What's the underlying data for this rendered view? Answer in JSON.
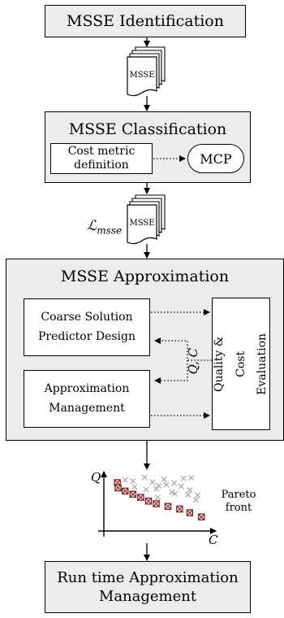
{
  "stage1": {
    "title": "MSSE Identification"
  },
  "stage2": {
    "title": "MSSE Classification",
    "metric_line1": "Cost metric",
    "metric_line2": "definition",
    "mcp": "MCP"
  },
  "doc_label": "MSSE",
  "l_symbol": "ℒ",
  "l_subscript": "msse",
  "stage3": {
    "title": "MSSE Approximation",
    "coarse_line1": "Coarse Solution",
    "coarse_line2": "Predictor Design",
    "mgmt_line1": "Approximation",
    "mgmt_line2": "Management",
    "eval_label": "Quality & Cost Evaluation",
    "feedback_label": "Q, C"
  },
  "pareto": {
    "y_label": "Q",
    "x_label": "C",
    "legend_line1": "Pareto",
    "legend_line2": "front"
  },
  "stage4": {
    "line1": "Run time Approximation",
    "line2": "Management"
  },
  "colors": {
    "box_fill": "#ececec",
    "pareto_point": "#8b1a1a",
    "dominated_point": "#a8a8a8"
  },
  "chart_data": {
    "type": "scatter",
    "xlabel": "C",
    "ylabel": "Q",
    "series": [
      {
        "name": "Pareto front",
        "points": [
          [
            1,
            9
          ],
          [
            1.1,
            8
          ],
          [
            2,
            7.4
          ],
          [
            3,
            6.8
          ],
          [
            4,
            6.2
          ],
          [
            5,
            5.5
          ],
          [
            6,
            5
          ],
          [
            7.5,
            4.5
          ],
          [
            9,
            4
          ],
          [
            10.3,
            3.3
          ],
          [
            11.8,
            2.5
          ]
        ]
      },
      {
        "points": [
          [
            2,
            9.5
          ],
          [
            3,
            9.3
          ],
          [
            4.5,
            10
          ],
          [
            5.5,
            9.1
          ],
          [
            6.3,
            8.4
          ],
          [
            7,
            9.6
          ],
          [
            7.3,
            8.6
          ],
          [
            8.3,
            8.9
          ],
          [
            9.5,
            9.8
          ],
          [
            10.5,
            9.9
          ],
          [
            3.2,
            8.2
          ],
          [
            4.7,
            7.7
          ],
          [
            6,
            7.8
          ],
          [
            8,
            7.2
          ],
          [
            9.2,
            8.3
          ],
          [
            10.3,
            7.6
          ],
          [
            11.3,
            6.6
          ],
          [
            6.2,
            6.2
          ],
          [
            8.4,
            6.9
          ],
          [
            10.1,
            6.7
          ],
          [
            11.1,
            5.7
          ]
        ]
      }
    ]
  }
}
